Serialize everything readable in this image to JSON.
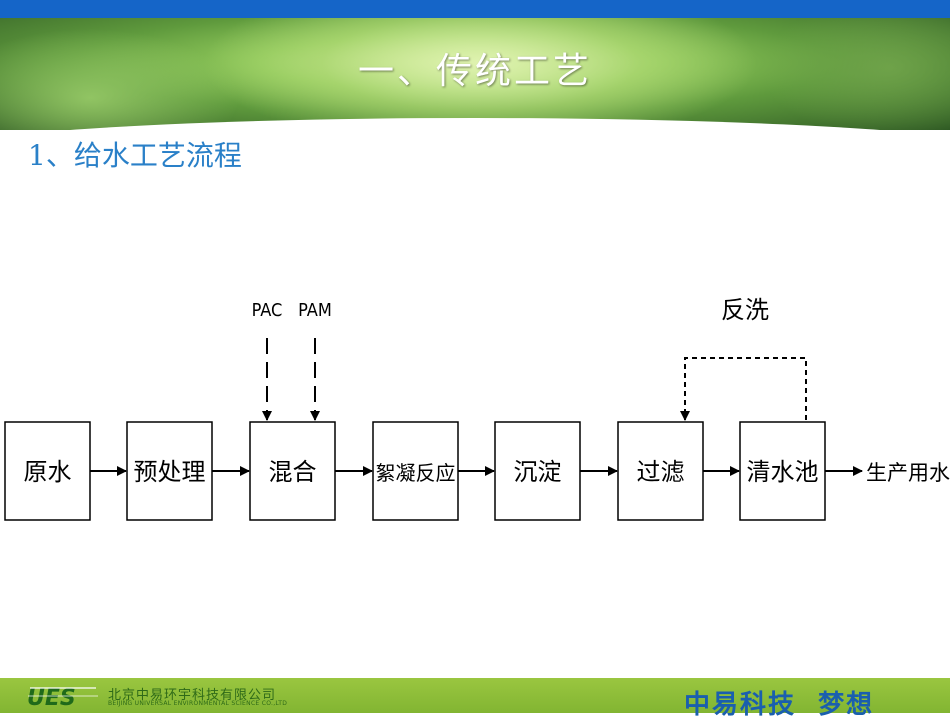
{
  "header": {
    "title": "一、传统工艺"
  },
  "section": {
    "subtitle": "1、给水工艺流程"
  },
  "diagram": {
    "process_boxes": [
      "原水",
      "预处理",
      "混合",
      "絮凝反应",
      "沉淀",
      "过滤",
      "清水池"
    ],
    "output_label": "生产用水",
    "chemicals": [
      "PAC",
      "PAM"
    ],
    "backwash_label": "反洗"
  },
  "footer": {
    "company_cn": "北京中易环宇科技有限公司",
    "company_en": "BEIJING UNIVERSAL ENVIRONMENTAL SCIENCE CO.,LTD",
    "slogan": "中易科技  梦想"
  },
  "colors": {
    "top_bar": "#1565c8",
    "subtitle": "#2a80c8",
    "footer": "#8cbd38",
    "slogan": "#1a5fae"
  }
}
